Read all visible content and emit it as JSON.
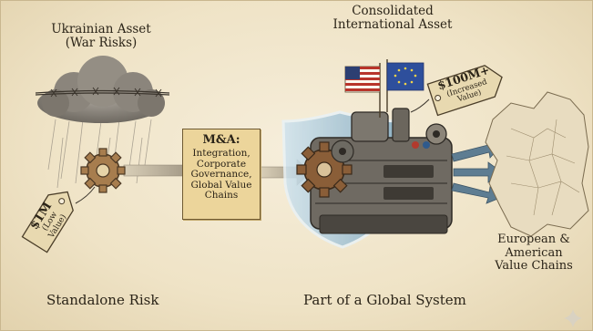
{
  "left": {
    "title_line1": "Ukrainian Asset",
    "title_line2": "(War Risks)",
    "price_tag_value": "$1M",
    "price_tag_note_line1": "(Low",
    "price_tag_note_line2": "Value)",
    "footer": "Standalone Risk"
  },
  "middle": {
    "box_title": "M&A:",
    "box_line1": "Integration,",
    "box_line2": "Corporate",
    "box_line3": "Governance,",
    "box_line4": "Global Value",
    "box_line5": "Chains"
  },
  "center": {
    "title_line1": "Consolidated",
    "title_line2": "International Asset",
    "price_tag_value": "$100M+",
    "price_tag_note_line1": "(Increased",
    "price_tag_note_line2": "Value)",
    "footer": "Part of a Global System"
  },
  "right": {
    "caption_line1": "European &",
    "caption_line2": "American",
    "caption_line3": "Value Chains"
  },
  "colors": {
    "background": "#efe4c8",
    "tag": "#e8d9b0",
    "box": "#ecd59b",
    "shield": "#8fb8cf",
    "arrow": "#5e7d92",
    "ink": "#2b2418"
  },
  "icons": [
    "storm-cloud-icon",
    "barbed-wire-icon",
    "gear-icon",
    "price-tag-icon",
    "shield-icon",
    "machine-icon",
    "us-flag-icon",
    "eu-flag-icon",
    "europe-map-icon",
    "arrow-icon"
  ]
}
